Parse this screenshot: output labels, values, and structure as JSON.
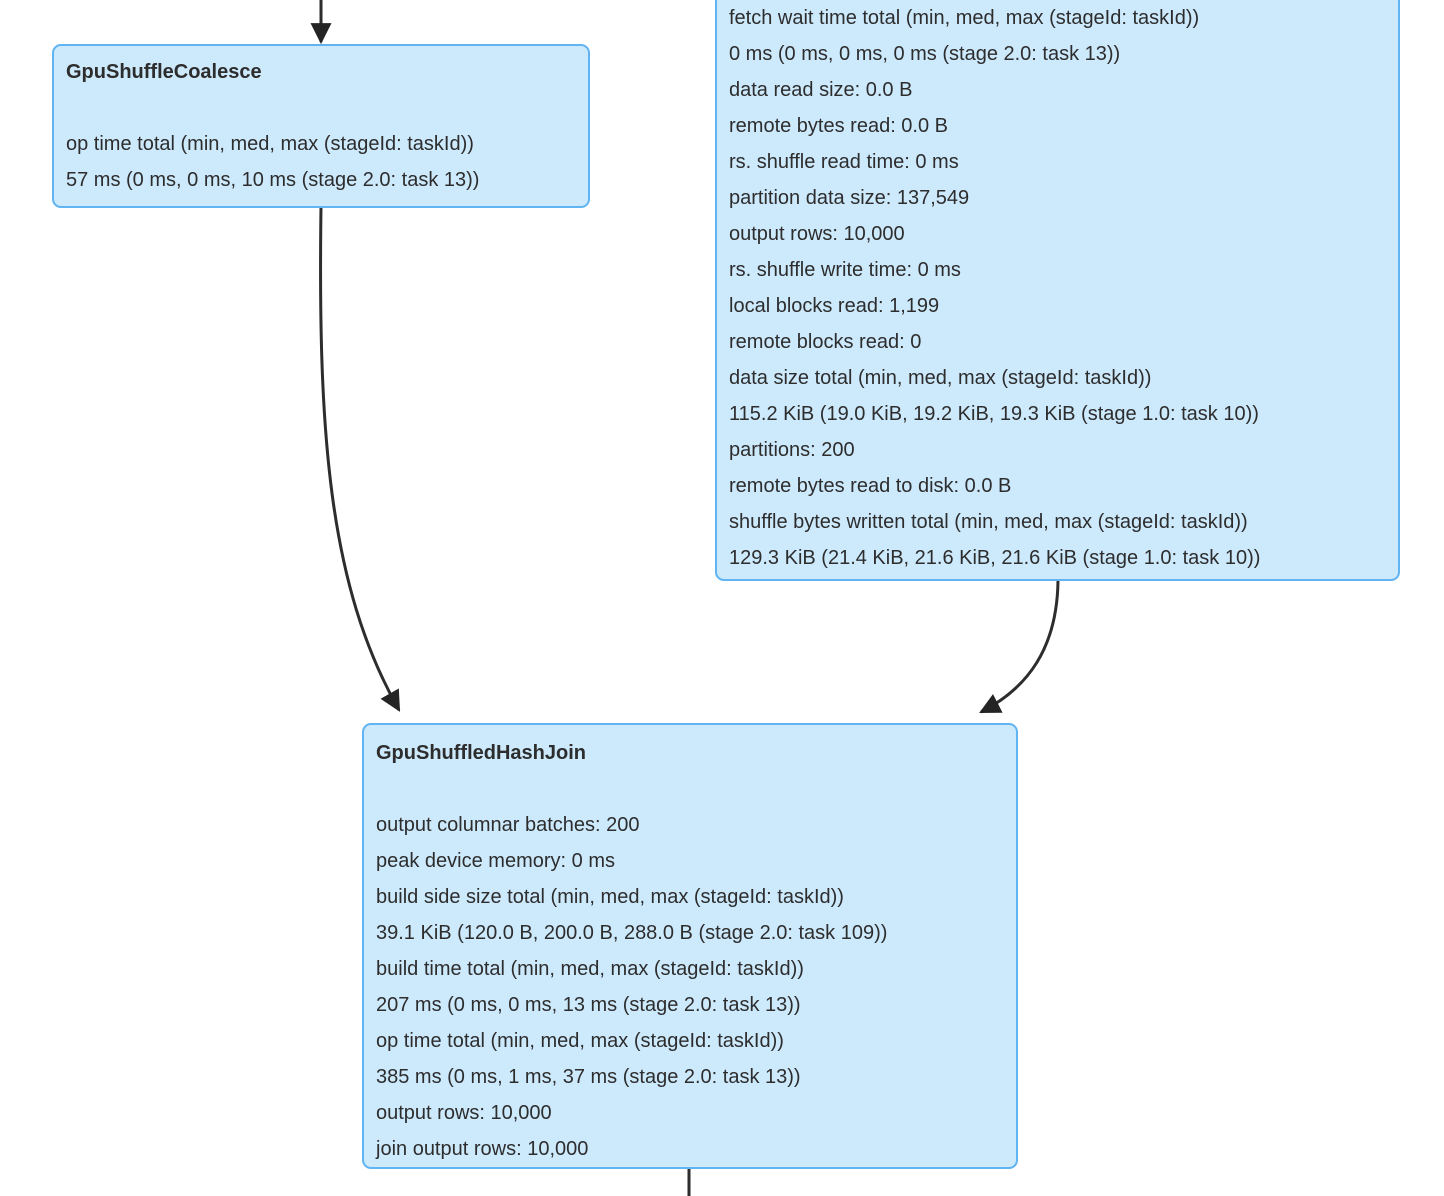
{
  "diagram": {
    "kind": "spark-sql-plan-dag",
    "background": "#ffffff",
    "node_fill": "#cde9fc",
    "node_border": "#5fb4f1",
    "text_color": "#2d2d2d",
    "arrow_color": "#2d2d2d"
  },
  "nodes": {
    "coalesce": {
      "title": "GpuShuffleCoalesce",
      "metrics": [
        "op time total (min, med, max (stageId: taskId))",
        "57 ms (0 ms, 0 ms, 10 ms (stage 2.0: task 13))"
      ]
    },
    "exchange": {
      "metrics": [
        "fetch wait time total (min, med, max (stageId: taskId))",
        "0 ms (0 ms, 0 ms, 0 ms (stage 2.0: task 13))",
        "data read size: 0.0 B",
        "remote bytes read: 0.0 B",
        "rs. shuffle read time: 0 ms",
        "partition data size: 137,549",
        "output rows: 10,000",
        "rs. shuffle write time: 0 ms",
        "local blocks read: 1,199",
        "remote blocks read: 0",
        "data size total (min, med, max (stageId: taskId))",
        "115.2 KiB (19.0 KiB, 19.2 KiB, 19.3 KiB (stage 1.0: task 10))",
        "partitions: 200",
        "remote bytes read to disk: 0.0 B",
        "shuffle bytes written total (min, med, max (stageId: taskId))",
        "129.3 KiB (21.4 KiB, 21.6 KiB, 21.6 KiB (stage 1.0: task 10))"
      ]
    },
    "join": {
      "title": "GpuShuffledHashJoin",
      "metrics": [
        "output columnar batches: 200",
        "peak device memory: 0 ms",
        "build side size total (min, med, max (stageId: taskId))",
        "39.1 KiB (120.0 B, 200.0 B, 288.0 B (stage 2.0: task 109))",
        "build time total (min, med, max (stageId: taskId))",
        "207 ms (0 ms, 0 ms, 13 ms (stage 2.0: task 13))",
        "op time total (min, med, max (stageId: taskId))",
        "385 ms (0 ms, 1 ms, 37 ms (stage 2.0: task 13))",
        "output rows: 10,000",
        "join output rows: 10,000"
      ]
    }
  }
}
